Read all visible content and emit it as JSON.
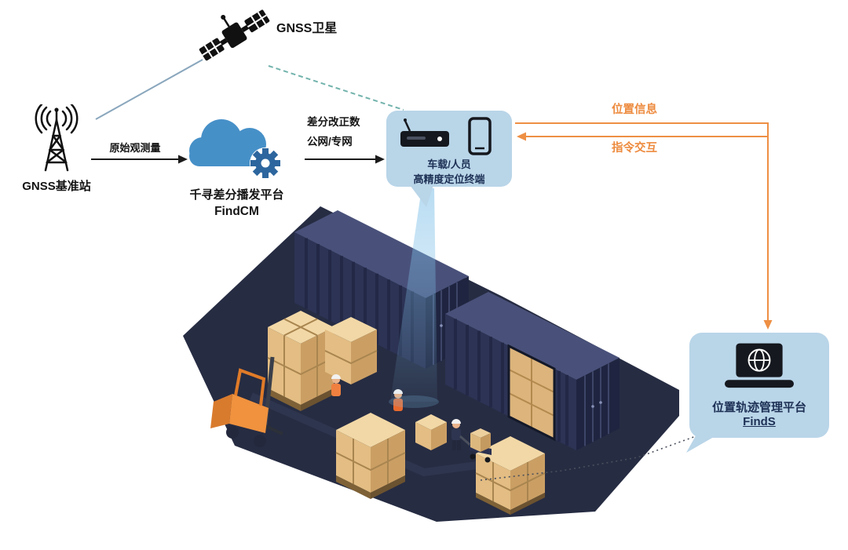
{
  "colors": {
    "node_bg": "#B9D5E8",
    "accent_orange": "#ED8B3F",
    "cloud_blue": "#4690C8",
    "gear_blue": "#2D669E",
    "navy_text": "#1D3055",
    "floor_navy": "#262C42",
    "container_navy": "#2C3354",
    "crate_tan": "#E3BD83",
    "beam_blue": "#7FC0E8",
    "satellite_terminal_link_teal": "#72B3AC",
    "satellite_base_link_blue": "#8AA7BD"
  },
  "nodes": {
    "satellite": {
      "label": "GNSS卫星",
      "icon": "satellite-icon"
    },
    "base_station": {
      "label": "GNSS基准站",
      "icon": "radio-tower-icon"
    },
    "cloud_platform": {
      "name": "千寻差分播发平台",
      "product": "FindCM",
      "icon": "cloud-gear-icon"
    },
    "terminal": {
      "line1": "车载/人员",
      "line2": "高精度定位终端",
      "icons": [
        "telematics-box-icon",
        "smartphone-icon"
      ]
    },
    "management_platform": {
      "name": "位置轨迹管理平台",
      "product": "FindS",
      "icon": "laptop-globe-icon"
    }
  },
  "edges": {
    "raw_observation": {
      "label": "原始观测量"
    },
    "diff_correction": {
      "line1": "差分改正数",
      "line2": "公网/专网"
    },
    "position_info": {
      "label": "位置信息"
    },
    "command_interaction": {
      "label": "指令交互"
    }
  },
  "scene": {
    "description": "isometric-warehouse-with-containers-pallets-forklift-workers"
  }
}
